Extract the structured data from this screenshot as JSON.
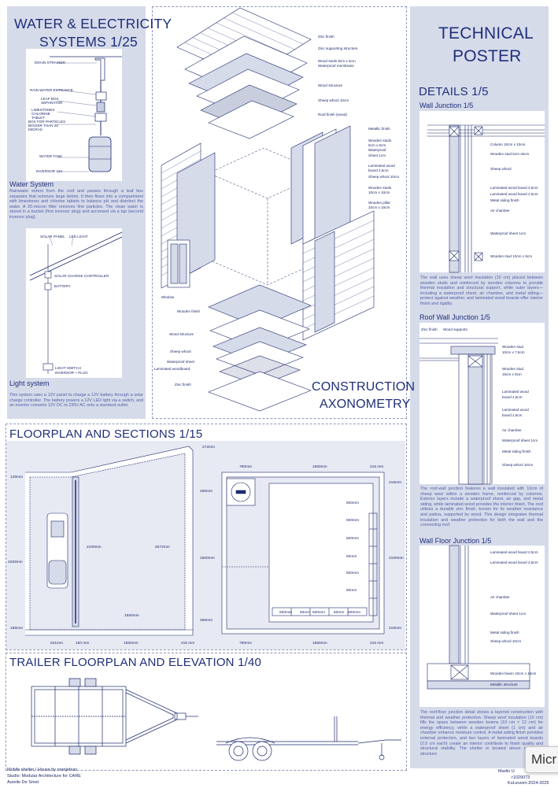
{
  "water": {
    "title_line1": "WATER & ELECTRICITY",
    "title_line2": "SYSTEMS 1/25",
    "labels": [
      "DRAIN STRAINER",
      "RAIN WATER ENTRANCE",
      "LEAF BOX SEPARATOR",
      "LIMESTONES CHLORINE TABLET",
      "BOX FOR PARTICLES BIGGER THAN 25 MICRAS",
      "WATER TANK",
      "INVERSOR 12V"
    ],
    "water_heading": "Water System",
    "water_text": "Rainwater enters from the roof and passes through a leaf box separator that removes large debris. It then flows into a compartment with limestones and chlorine tablets to balance pH and disinfect the water. A 25-micron filter removes fine particles. The clean water is stored in a bucket (first inversor plug) and accessed via a tap (second inversor plug).",
    "elec_labels": [
      "SOLAR PANEL",
      "LED LIGHT",
      "SOLAR CHARGE CONTROLLER",
      "BATTERY",
      "LIGHT SWITCH",
      "INVERSOR + PLUG"
    ],
    "light_heading": "Light system",
    "light_text": "This system uses a 12V panel to charge a 12V battery through a solar charge controller. The battery powers a 12V LED light via a switch, and an inverter converts 12V DC to 230V AC onto a standard outlet."
  },
  "axo": {
    "title_line1": "CONSTRUCTION",
    "title_line2": "AXONOMETRY",
    "labels_top": [
      "Zinc finish",
      "Zinc supporting structure",
      "Wood studs 5cm x 5cm",
      "Waterproof membrane",
      "Wood structure",
      "Sheep whool 10cm",
      "Roof finish (wood)"
    ],
    "labels_right": [
      "Metallic finish",
      "Wooden studs",
      "5cm x 5cm",
      "Waterproof",
      "Sheet 1cm",
      "Laminated wood",
      "board 2,5cm",
      "Sheep whool 10cm",
      "Wooden studs",
      "10cm x 10cm",
      "Wooden pillar",
      "10cm x 10cm"
    ],
    "labels_left": [
      "Window",
      "Wooden finish",
      "Wood structure",
      "Sheep whool",
      "Waterproof sheet",
      "Laminated woodboard",
      "Zinc finish"
    ]
  },
  "technical": {
    "title_line1": "TECHNICAL",
    "title_line2": "POSTER",
    "details_title": "DETAILS 1/5",
    "wall_heading": "Wall Junction 1/5",
    "wall_labels": [
      "Column 10cm x 10cm",
      "Wooden stud 5cm x5cm",
      "Sheep whool",
      "Laminated wood board 2,5cm",
      "Laminated wood board 2,5cm",
      "Metal siding finish",
      "Air chamber",
      "Waterproof sheet 1cm",
      "Wooden stud 10cm x 5cm"
    ],
    "wall_text": "The wall uses sheep wool insulation (10 cm) placed between wooden studs and reinforced by wooden columns to provide thermal insulation and structural support, while outer layers—including a waterproof sheet, air chamber, and metal siding—protect against weather, and laminated wood boards offer interior finish and rigidity.",
    "roof_heading": "Roof Wall Junction 1/5",
    "roof_top_labels": [
      "Zinc finish",
      "Wood supports"
    ],
    "roof_labels": [
      "Wooden stud",
      "10cm x 7,5cm",
      "Wooden stud",
      "15cm x 5cm",
      "Laminated wood",
      "board 2,5cm",
      "Laminated wood",
      "board 2,5cm",
      "Air chamber",
      "Waterproof sheet 1cm",
      "Metal siding finish",
      "Sheep whool 10cm"
    ],
    "roof_text": "The roof-wall junction features a wall insulated with 10cm of sheep wool within a wooden frame, reinforced by columns. Exterior layers include a waterproof sheet, air gap, and metal siding, while laminated wood provides the interior finish. The roof utilizes a durable zinc finish, known for its weather resistance and patina, supported by wood. This design integrates thermal insulation and weather protection for both the wall and the connecting roof.",
    "floor_heading": "Wall Floor Junction 1/5",
    "floor_labels": [
      "Laminated wood board 2,5cm",
      "Laminated wood board 2,5cm",
      "Air chamber",
      "Waterproof sheet 1cm",
      "Metal siding finish",
      "Sheep whool 10cm",
      "Wooden beam 10cm x 15cm",
      "Metallic structure"
    ],
    "floor_text": "The roof-floor junction detail shows a layered construction with thermal and weather protection. Sheep wool insulation (10 cm) fills the space between wooden beams (10 cm × 12 cm) for energy efficiency, while a waterproof sheet (1 cm) and air chamber enhance moisture control. A metal siding finish provides external protection, and two layers of laminated wood boards (2.5 cm each) create an interior contribute to finish quality and structural stability. The shelter is located above a metalic structure"
  },
  "floorplan": {
    "title": "FLOORPLAN AND SECTIONS 1/15",
    "section_dims": [
      "272mm",
      "125mm",
      "2283mm",
      "185mm",
      "2100mm",
      "2572mm",
      "1550mm",
      "641mm",
      "150 mm",
      "1550mm",
      "216 mm"
    ],
    "plan_dims": [
      "790mm",
      "1550mm",
      "216 mm",
      "216mm",
      "466mm",
      "1600mm",
      "466mm",
      "2100mm",
      "216mm",
      "500mm",
      "500mm",
      "500mm",
      "50mm",
      "500mm",
      "50mm",
      "500mm",
      "50mm",
      "500mm",
      "500mm",
      "50mm",
      "500mm",
      "790mm",
      "1550mm",
      "216 mm"
    ]
  },
  "trailer": {
    "title": "TRAILER FLOORPLAN AND ELEVATION 1/40"
  },
  "footer": {
    "left_line1": "Mobile shelter / House by oranjehuis",
    "left_line2": "Studio: Modular Architecture for CARE",
    "left_line3": "Aurelie De Smet",
    "right_line1": "Martin U",
    "right_line2": "r1029073",
    "right_line3": "KuLeuven 2024-2025"
  },
  "popup": {
    "text": "Micr"
  },
  "colors": {
    "navy": "#1f2f7a",
    "panel": "#d6dbea",
    "paragraph": "#5061a8"
  }
}
